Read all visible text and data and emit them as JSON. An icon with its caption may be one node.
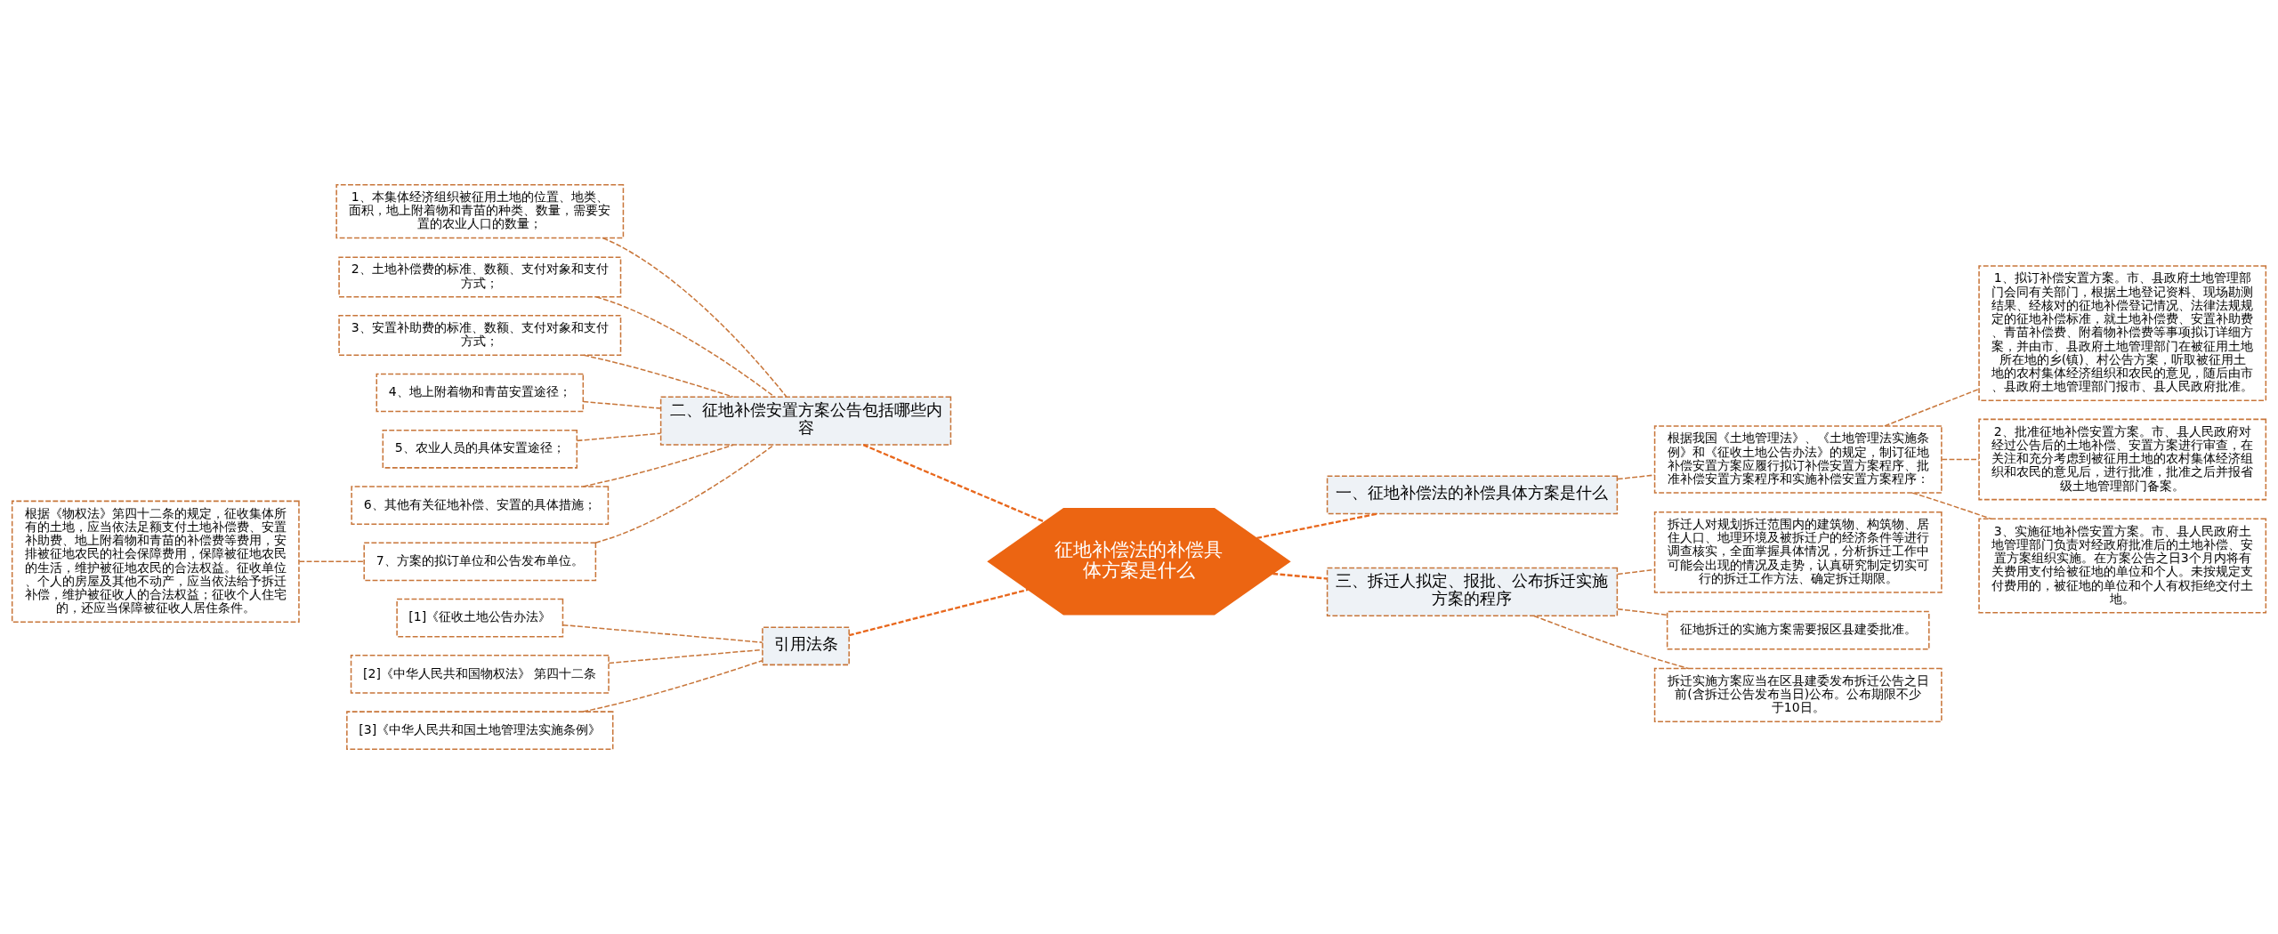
{
  "diagram": {
    "nodes": [
      {
        "text": [
          "征地补偿法的补偿具体方案是什么"
        ]
      },
      {
        "text": [
          "一、征地补偿法的补偿具体方案是什么"
        ]
      },
      {
        "text": [
          "根据我国《土地管理法》、《土地管理法实施条例》和《征收土地公告办法》的规定，制订征地补偿安置方案应履行拟订补偿安置方案程序、批准补偿安置方案程序和实施补偿安置方案程序："
        ]
      },
      {
        "text": [
          "1、拟订补偿安置方案。市、县政府土地管理部门会同有关部门，根据土地登记资料、现场勘测结果、经核对的征地补偿登记情况、法律法规规定的征地补偿标准，就土地补偿费、安置补助费、青苗补偿费、附着物补偿费等事项拟订详细方案，并由市、县政府土地管理部门在被征用土地所在地的乡(镇)、村公告方案，听取被征用土地的农村集体经济组织和农民的意见，随后由市、县政府土地管理部门报市、县人民政府批准。"
        ]
      },
      {
        "text": [
          "2、批准征地补偿安置方案。市、县人民政府对经过公告后的土地补偿、安置方案进行审查，在关注和充分考虑到被征用土地的农村集体经济组织和农民的意见后，进行批准，批准之后并报省级土地管理部门备案。"
        ]
      },
      {
        "text": [
          "3、实施征地补偿安置方案。市、县人民政府土地管理部门负责对经政府批准后的土地补偿、安置方案组织实施。在方案公告之日3个月内将有关费用支付给被征地的单位和个人。未按规定支付费用的，被征地的单位和个人有权拒绝交付土地。"
        ]
      },
      {
        "text": [
          "三、拆迁人拟定、报批、公布拆迁实施方案的程序"
        ]
      },
      {
        "text": [
          "拆迁人对规划拆迁范围内的建筑物、构筑物、居住人口、地理环境及被拆迁户的经济条件等进行调查核实，全面掌握具体情况，分析拆迁工作中可能会出现的情况及走势，认真研究制定切实可行的拆迁工作方法、确定拆迁期限。"
        ]
      },
      {
        "text": [
          "征地拆迁的实施方案需要报区县建委批准。"
        ]
      },
      {
        "text": [
          "拆迁实施方案应当在区县建委发布拆迁公告之日前(含拆迁公告发布当日)公布。公布期限不少于10日。"
        ]
      },
      {
        "text": [
          "二、征地补偿安置方案公告包括哪些内容"
        ]
      },
      {
        "text": [
          "1、本集体经济组织被征用土地的位置、地类、面积，地上附着物和青苗的种类、数量，需要安置的农业人口的数量；"
        ]
      },
      {
        "text": [
          "2、土地补偿费的标准、数额、支付对象和支付方式；"
        ]
      },
      {
        "text": [
          "3、安置补助费的标准、数额、支付对象和支付方式；"
        ]
      },
      {
        "text": [
          "4、地上附着物和青苗安置途径；"
        ]
      },
      {
        "text": [
          "5、农业人员的具体安置途径；"
        ]
      },
      {
        "text": [
          "6、其他有关征地补偿、安置的具体措施；"
        ]
      },
      {
        "text": [
          "7、方案的拟订单位和公告发布单位。"
        ]
      },
      {
        "text": [
          "根据《物权法》第四十二条的规定，征收集体所有的土地，应当依法足额支付土地补偿费、安置补助费、地上附着物和青苗的补偿费等费用，安排被征地农民的社会保障费用，保障被征地农民的生活，维护被征地农民的合法权益。征收单位、个人的房屋及其他不动产，应当依法给予拆迁补偿，维护被征收人的合法权益；征收个人住宅的，还应当保障被征收人居住条件。"
        ]
      },
      {
        "text": [
          "引用法条"
        ]
      },
      {
        "text": [
          "[1]《征收土地公告办法》"
        ]
      },
      {
        "text": [
          "[2]《中华人民共和国物权法》 第四十二条"
        ]
      },
      {
        "text": [
          "[3]《中华人民共和国土地管理法实施条例》"
        ]
      }
    ],
    "edges": [
      {
        "from": 0,
        "to": 1,
        "arrow": "none",
        "style": "dashed",
        "color": "#e8671c"
      },
      {
        "from": 1,
        "to": 2,
        "arrow": "none",
        "style": "dashed"
      },
      {
        "from": 2,
        "to": 3,
        "arrow": "none",
        "style": "dashed"
      },
      {
        "from": 2,
        "to": 4,
        "arrow": "none",
        "style": "dashed"
      },
      {
        "from": 2,
        "to": 5,
        "arrow": "none",
        "style": "dashed"
      },
      {
        "from": 0,
        "to": 6,
        "arrow": "none",
        "style": "dashed",
        "color": "#e8671c"
      },
      {
        "from": 6,
        "to": 7,
        "arrow": "none",
        "style": "dashed"
      },
      {
        "from": 6,
        "to": 8,
        "arrow": "none",
        "style": "dashed"
      },
      {
        "from": 6,
        "to": 9,
        "arrow": "none",
        "style": "dashed"
      },
      {
        "from": 0,
        "to": 10,
        "arrow": "none",
        "style": "dashed",
        "color": "#e8671c"
      },
      {
        "from": 10,
        "to": 11,
        "arrow": "none",
        "style": "dashed"
      },
      {
        "from": 10,
        "to": 12,
        "arrow": "none",
        "style": "dashed"
      },
      {
        "from": 10,
        "to": 13,
        "arrow": "none",
        "style": "dashed"
      },
      {
        "from": 10,
        "to": 14,
        "arrow": "none",
        "style": "dashed"
      },
      {
        "from": 10,
        "to": 15,
        "arrow": "none",
        "style": "dashed"
      },
      {
        "from": 10,
        "to": 16,
        "arrow": "none",
        "style": "dashed"
      },
      {
        "from": 10,
        "to": 17,
        "arrow": "none",
        "style": "dashed"
      },
      {
        "from": 17,
        "to": 18,
        "arrow": "none",
        "style": "dashed"
      },
      {
        "from": 0,
        "to": 19,
        "arrow": "none",
        "style": "dashed",
        "color": "#e8671c"
      },
      {
        "from": 19,
        "to": 20,
        "arrow": "none",
        "style": "dashed"
      },
      {
        "from": 19,
        "to": 21,
        "arrow": "none",
        "style": "dashed"
      },
      {
        "from": 19,
        "to": 22,
        "arrow": "none",
        "style": "dashed"
      }
    ]
  }
}
